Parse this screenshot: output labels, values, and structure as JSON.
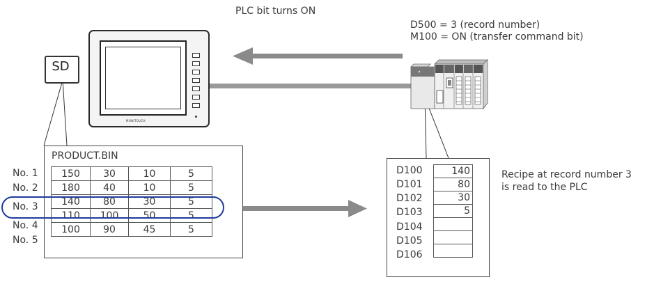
{
  "labels": {
    "plc_bit_on": "PLC bit turns ON",
    "d500_line": "D500 = 3 (record number)",
    "m100_line": "M100 = ON (transfer command bit)",
    "recipe_line1": "Recipe at record number 3",
    "recipe_line2": "is read to the PLC"
  },
  "sd_card": {
    "label": "SD"
  },
  "hmi": {
    "brand": "MONITOUCH"
  },
  "file": {
    "name": "PRODUCT.BIN",
    "rows": [
      {
        "label": "No. 1",
        "values": [
          "150",
          "30",
          "10",
          "5"
        ]
      },
      {
        "label": "No. 2",
        "values": [
          "180",
          "40",
          "10",
          "5"
        ]
      },
      {
        "label": "No. 3",
        "values": [
          "140",
          "80",
          "30",
          "5"
        ]
      },
      {
        "label": "No. 4",
        "values": [
          "110",
          "100",
          "50",
          "5"
        ]
      },
      {
        "label": "No. 5",
        "values": [
          "100",
          "90",
          "45",
          "5"
        ]
      }
    ],
    "highlighted_row": "No. 3"
  },
  "registers": [
    {
      "name": "D100",
      "value": "140"
    },
    {
      "name": "D101",
      "value": "80"
    },
    {
      "name": "D102",
      "value": "30"
    },
    {
      "name": "D103",
      "value": "5"
    },
    {
      "name": "D104",
      "value": ""
    },
    {
      "name": "D105",
      "value": ""
    },
    {
      "name": "D106",
      "value": ""
    }
  ],
  "colors": {
    "arrow": "#8a8a8a",
    "highlight": "#1f3a9e",
    "line": "#333333"
  }
}
